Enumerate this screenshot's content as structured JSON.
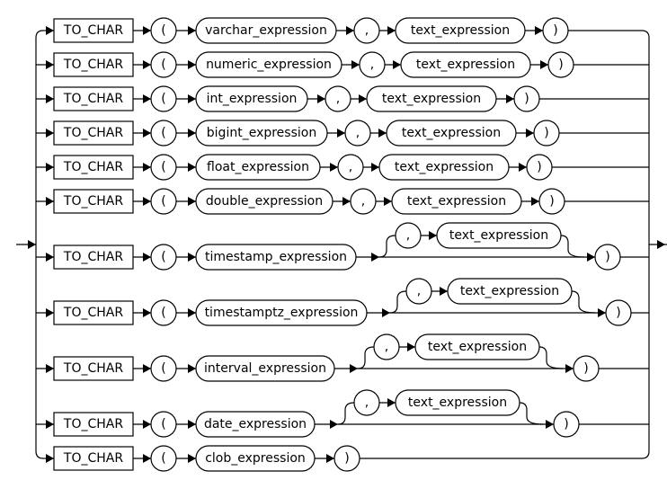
{
  "diagram": {
    "type": "railroad-syntax-diagram",
    "function_keyword": "TO_CHAR",
    "open_paren": "(",
    "close_paren": ")",
    "comma": ",",
    "alternatives": [
      {
        "argument": "varchar_expression",
        "second_argument": "text_expression",
        "second_optional": false
      },
      {
        "argument": "numeric_expression",
        "second_argument": "text_expression",
        "second_optional": false
      },
      {
        "argument": "int_expression",
        "second_argument": "text_expression",
        "second_optional": false
      },
      {
        "argument": "bigint_expression",
        "second_argument": "text_expression",
        "second_optional": false
      },
      {
        "argument": "float_expression",
        "second_argument": "text_expression",
        "second_optional": false
      },
      {
        "argument": "double_expression",
        "second_argument": "text_expression",
        "second_optional": false
      },
      {
        "argument": "timestamp_expression",
        "second_argument": "text_expression",
        "second_optional": true
      },
      {
        "argument": "timestamptz_expression",
        "second_argument": "text_expression",
        "second_optional": true
      },
      {
        "argument": "interval_expression",
        "second_argument": "text_expression",
        "second_optional": true
      },
      {
        "argument": "date_expression",
        "second_argument": "text_expression",
        "second_optional": true
      },
      {
        "argument": "clob_expression",
        "second_argument": null,
        "second_optional": false
      }
    ]
  }
}
